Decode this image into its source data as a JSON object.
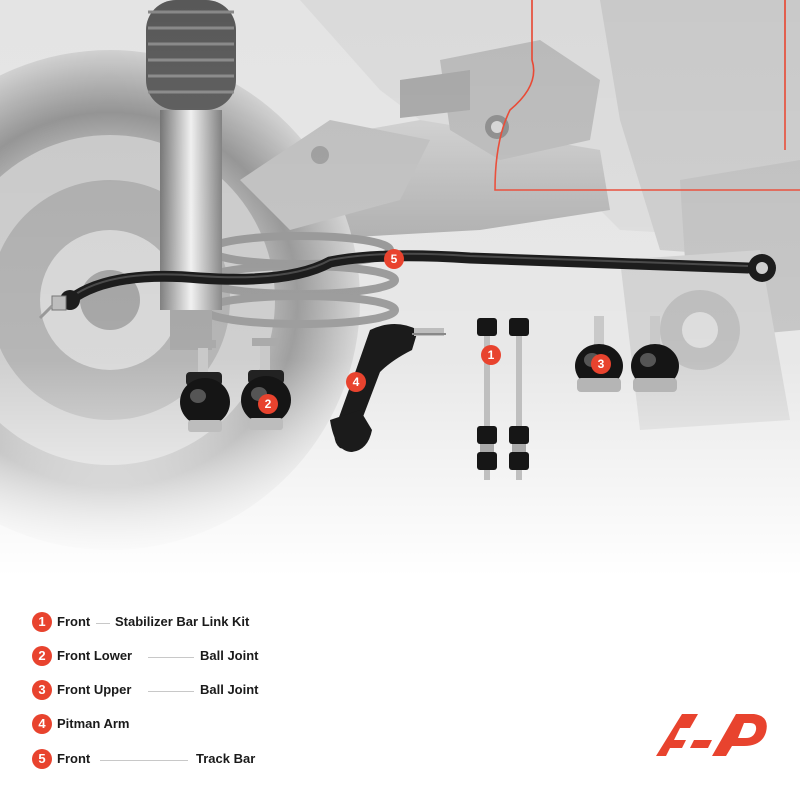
{
  "callouts": [
    "1",
    "2",
    "3",
    "4",
    "5"
  ],
  "legend": [
    {
      "num": "1",
      "a": "Front",
      "b": "Stabilizer Bar Link Kit"
    },
    {
      "num": "2",
      "a": "Front Lower",
      "b": "Ball Joint"
    },
    {
      "num": "3",
      "a": "Front Upper",
      "b": "Ball Joint"
    },
    {
      "num": "4",
      "a": "Pitman Arm",
      "b": ""
    },
    {
      "num": "5",
      "a": "Front",
      "b": "Track Bar"
    }
  ],
  "colors": {
    "accent": "#e8432e",
    "text": "#1a1a1a",
    "part": "#1d1d1d",
    "background_photo": "#d9d9d9"
  },
  "icons": {
    "logo": "ap-brand-logo"
  }
}
